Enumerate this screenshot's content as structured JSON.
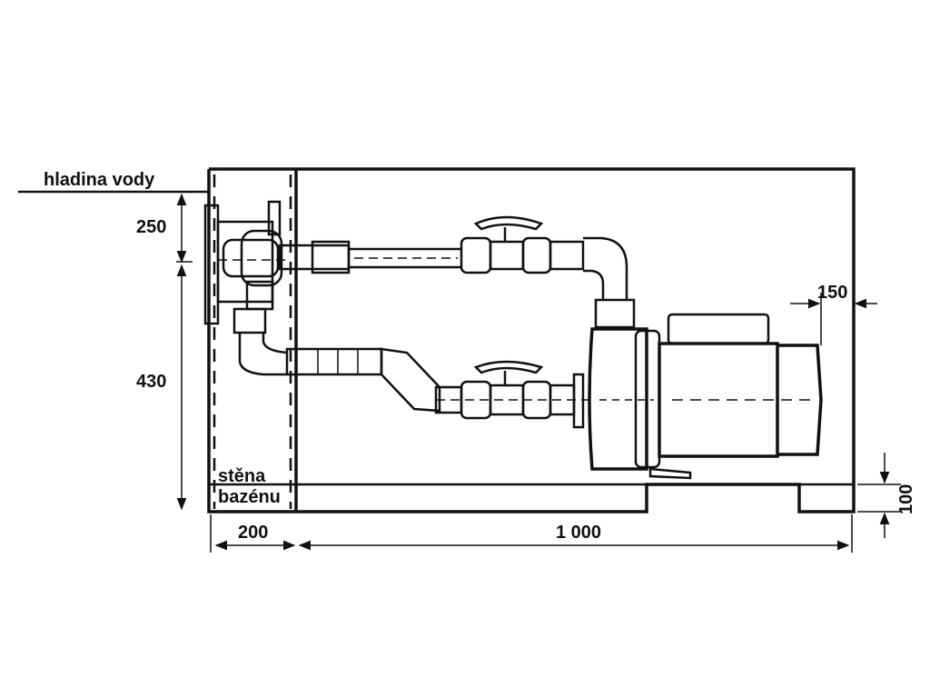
{
  "labels": {
    "water_level": "hladina vody",
    "pool_wall_line1": "stěna",
    "pool_wall_line2": "bazénu"
  },
  "dimensions": {
    "top_offset": "250",
    "height": "430",
    "wall_width": "200",
    "length": "1 000",
    "side_gap": "150",
    "base_height": "100"
  },
  "colors": {
    "ink": "#111111",
    "paper": "#ffffff"
  }
}
